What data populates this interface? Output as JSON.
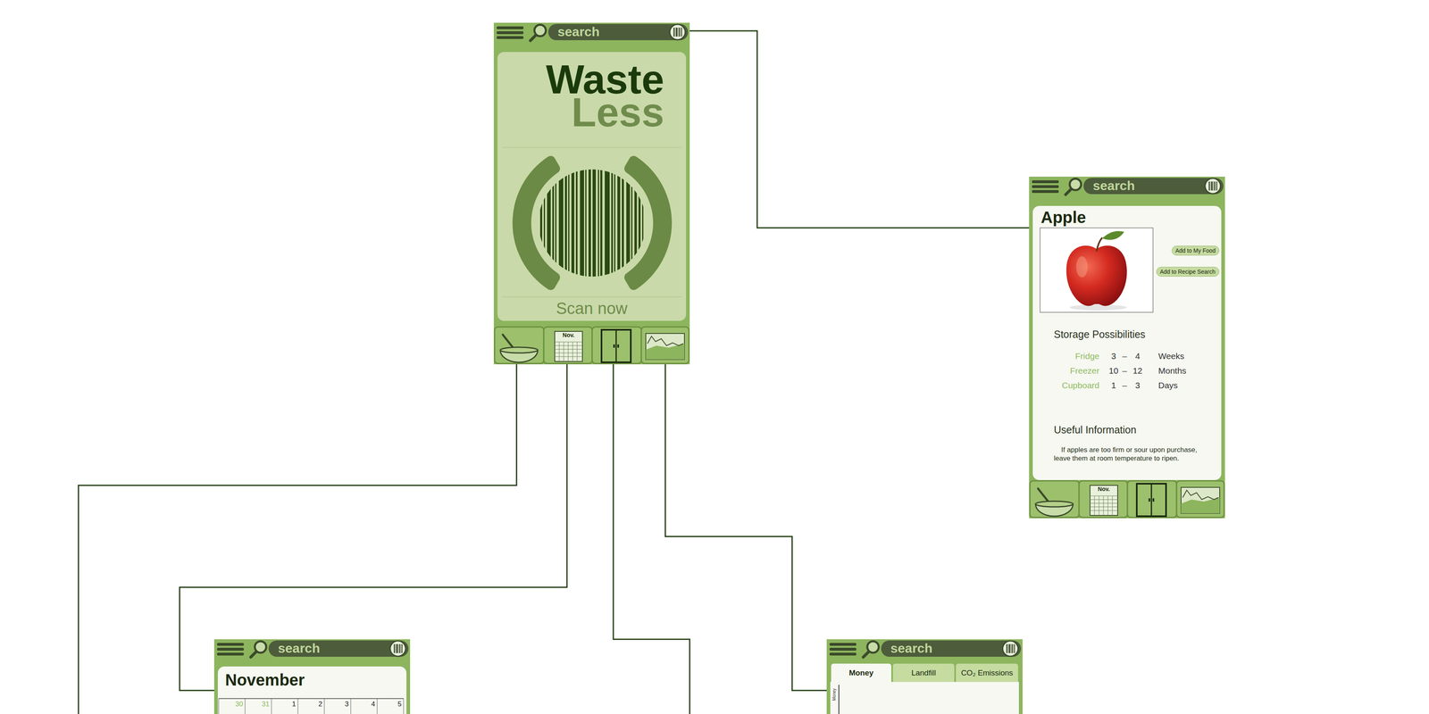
{
  "diagram": {
    "nodes": [
      {
        "text": [
          "search",
          "Waste",
          "Less",
          "Scan now"
        ]
      },
      {
        "text": [
          "search",
          "Apple",
          "Storage Possibilities",
          "Useful Information",
          "If apples are too firm or sour upon purchase, leave them at room temperature to ripen."
        ]
      },
      {
        "text": [
          "Add to My Food"
        ],
        "in": 1
      },
      {
        "text": [
          "Add to Recipe Search"
        ],
        "in": 1
      },
      {
        "text": [
          "search",
          "November"
        ]
      },
      {
        "text": [
          "search"
        ]
      },
      {
        "text": [
          "Money"
        ],
        "in": 5
      },
      {
        "text": [
          "Landfill"
        ],
        "in": 5
      },
      {
        "text": [
          "CO₂ Emissions"
        ],
        "in": 5
      }
    ],
    "edges": [
      {
        "from": 0,
        "to": 1,
        "arrow": "none"
      },
      {
        "from": 0,
        "to": 4,
        "arrow": "none"
      },
      {
        "from": 0,
        "to": 5,
        "arrow": "none"
      }
    ],
    "labels": [
      "Nov.",
      "Fridge",
      "3",
      "–",
      "4",
      "Weeks",
      "Freezer",
      "10",
      "–",
      "12",
      "Months",
      "Cupboard",
      "1",
      "–",
      "3",
      "Days",
      "Nov.",
      "30",
      "31",
      "1",
      "2",
      "3",
      "4",
      "5",
      "Money"
    ]
  }
}
